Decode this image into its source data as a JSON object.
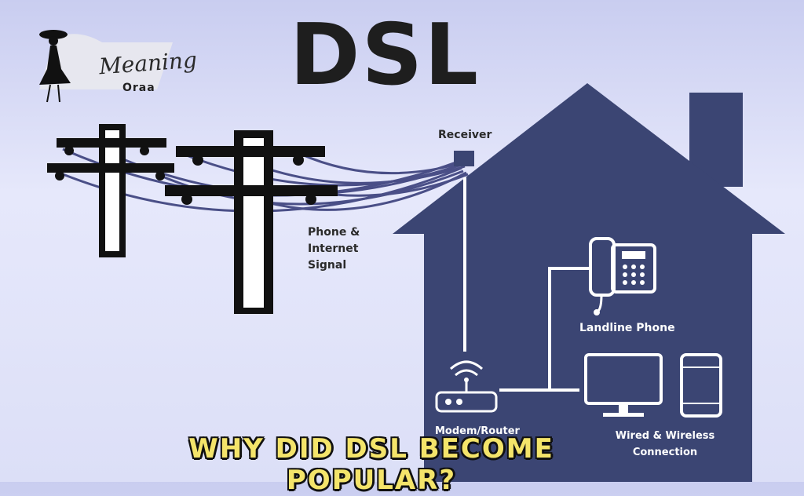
{
  "title": "DSL",
  "logo": {
    "word1": "Meaning",
    "word2": "Oraa"
  },
  "labels": {
    "receiver": "Receiver",
    "signal": "Phone & Internet Signal",
    "landline": "Landline Phone",
    "modem": "Modem/Router",
    "wired": "Wired & Wireless Connection"
  },
  "banner": "WHY DID DSL BECOME POPULAR?",
  "colors": {
    "house": "#3b4573",
    "poles": "#111111",
    "wires": "#4a4f87",
    "banner_text": "#f4e46a"
  }
}
